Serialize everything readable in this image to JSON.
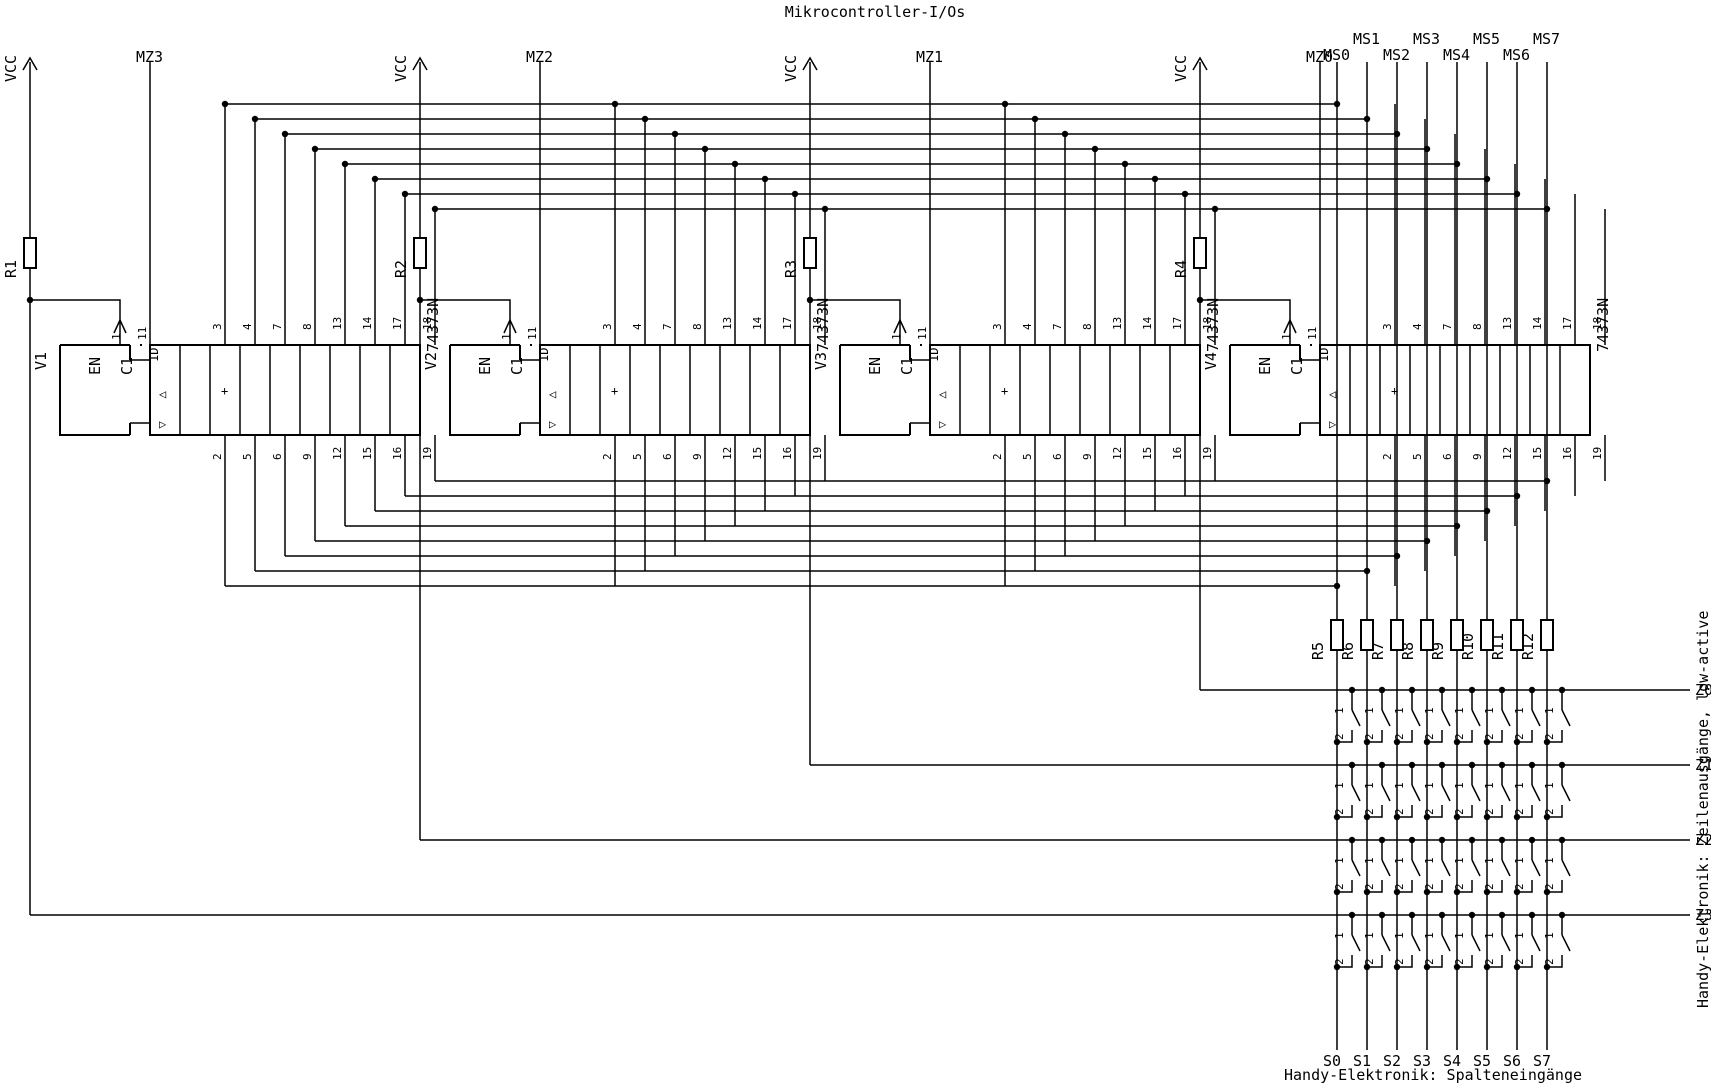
{
  "title": "Mikrocontroller-I/Os",
  "supply_label": "VCC",
  "pull_up_resistors": [
    "R1",
    "R2",
    "R3",
    "R4"
  ],
  "latch_names": [
    "V1",
    "V2",
    "V3",
    "V4"
  ],
  "latch_part": "74373N",
  "latch_enable_labels": {
    "en": "EN",
    "c1": "C1"
  },
  "latch_enable_pin": "1",
  "latch_clock_pin": "11",
  "latch_symbols": {
    "d": "1D",
    "buffer": "▷",
    "oc": "◁",
    "plus": "+"
  },
  "latch_input_pins": [
    "3",
    "4",
    "7",
    "8",
    "13",
    "14",
    "17",
    "18"
  ],
  "latch_output_pins": [
    "2",
    "5",
    "6",
    "9",
    "12",
    "15",
    "16",
    "19"
  ],
  "row_select_inputs": [
    "MZ3",
    "MZ2",
    "MZ1",
    "MZ0"
  ],
  "column_select_inputs": [
    "MS0",
    "MS1",
    "MS2",
    "MS3",
    "MS4",
    "MS5",
    "MS6",
    "MS7"
  ],
  "column_resistors": [
    "R5",
    "R6",
    "R7",
    "R8",
    "R9",
    "R10",
    "R11",
    "R12"
  ],
  "row_outputs": [
    "Z0",
    "Z1",
    "Z2",
    "Z3"
  ],
  "column_inputs": [
    "S0",
    "S1",
    "S2",
    "S3",
    "S4",
    "S5",
    "S6",
    "S7"
  ],
  "switch_pins": [
    "1",
    "2"
  ],
  "row_outputs_caption": "Handy-Elektronik: Zeilenausgänge, low-active",
  "column_inputs_caption": "Handy-Elektronik: Spalteneingänge"
}
